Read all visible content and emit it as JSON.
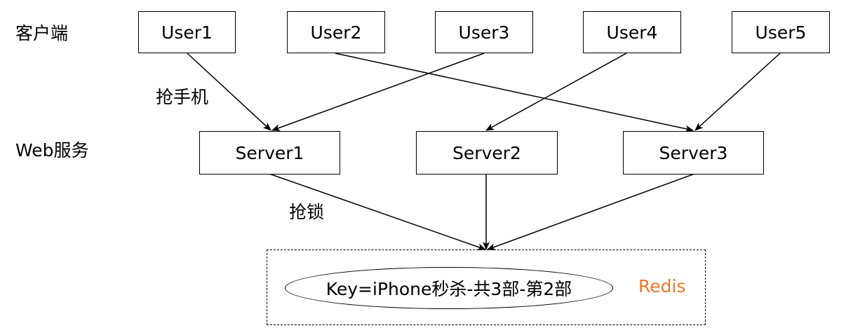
{
  "layers": {
    "client": "客户端",
    "web": "Web服务"
  },
  "users": [
    "User1",
    "User2",
    "User3",
    "User4",
    "User5"
  ],
  "servers": [
    "Server1",
    "Server2",
    "Server3"
  ],
  "edge_labels": {
    "grab_phone": "抢手机",
    "grab_lock": "抢锁"
  },
  "redis": {
    "key": "Key=iPhone秒杀-共3部-第2部",
    "label": "Redis",
    "label_color": "#E8782A"
  },
  "edges": [
    {
      "from": "User1",
      "to": "Server1"
    },
    {
      "from": "User2",
      "to": "Server3"
    },
    {
      "from": "User3",
      "to": "Server1"
    },
    {
      "from": "User4",
      "to": "Server2"
    },
    {
      "from": "User5",
      "to": "Server3"
    },
    {
      "from": "Server1",
      "to": "Redis"
    },
    {
      "from": "Server2",
      "to": "Redis"
    },
    {
      "from": "Server3",
      "to": "Redis"
    }
  ]
}
